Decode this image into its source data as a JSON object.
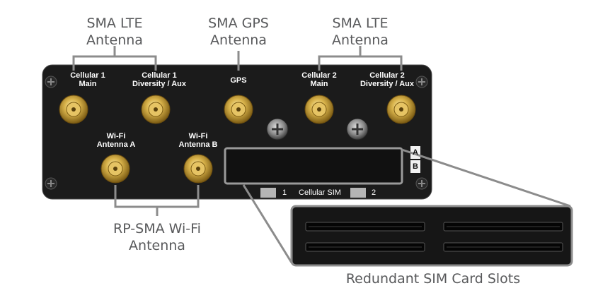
{
  "callouts": {
    "lte_left": [
      "SMA LTE",
      "Antenna"
    ],
    "gps": [
      "SMA GPS",
      "Antenna"
    ],
    "lte_right": [
      "SMA LTE",
      "Antenna"
    ],
    "wifi": [
      "RP-SMA Wi-Fi",
      "Antenna"
    ],
    "sim": "Redundant SIM Card Slots"
  },
  "panel": {
    "cellular1_main": [
      "Cellular 1",
      "Main"
    ],
    "cellular1_div": [
      "Cellular 1",
      "Diversity / Aux"
    ],
    "gps": "GPS",
    "cellular2_main": [
      "Cellular 2",
      "Main"
    ],
    "cellular2_div": [
      "Cellular 2",
      "Diversity / Aux"
    ],
    "wifi_a": [
      "Wi-Fi",
      "Antenna A"
    ],
    "wifi_b": [
      "Wi-Fi",
      "Antenna B"
    ],
    "sim_label": "Cellular SIM",
    "sim_slot1": "1",
    "sim_slot2": "2",
    "slot_a": "A",
    "slot_b": "B"
  },
  "colors": {
    "panel": "#1b1b1b",
    "callout_line": "#8c8c8c",
    "connector_gold": "#c9a23a",
    "text": "#58595b"
  }
}
